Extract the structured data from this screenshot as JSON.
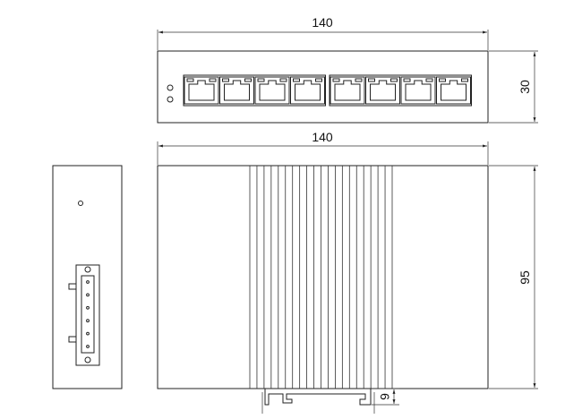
{
  "drawing": {
    "dimensions": {
      "top_width": "140",
      "top_height": "30",
      "front_width": "140",
      "front_height": "95",
      "din_rail_depth": "9"
    },
    "rj45_port_count": 8,
    "led_count": 2,
    "terminal_pin_count": 6,
    "cooling_fin_count": 20,
    "line_color": "#222222",
    "background_color": "#ffffff"
  }
}
